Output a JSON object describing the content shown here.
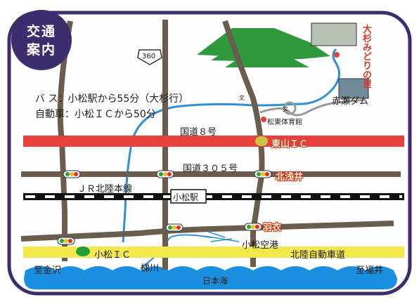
{
  "title": {
    "line1": "交通",
    "line2": "案内"
  },
  "info": {
    "bus": "バ ス：小松駅から55分（大杉行）",
    "car": "自動車：小松ＩＣから50分"
  },
  "roads": {
    "national8": "国道８号",
    "national305": "国道３０５号",
    "jr_line": "ＪＲ北陸本線",
    "expressway": "北陸自動車道",
    "route360": "360"
  },
  "places": {
    "higashiyama_ic": "東山ＩＣ",
    "kitaasai": "北浅井",
    "komatsu_station": "小松駅",
    "hanie": "羽衣",
    "komatsu_airport": "小松空港",
    "komatsu_ic": "小松ＩＣ",
    "kakehashi_river": "梯川",
    "to_kanazawa": "至金沢",
    "to_fukui": "至福井",
    "sea": "日本海",
    "gym": "松東体育館",
    "dam": "赤瀬ダム",
    "destination": "大杉みどりの里",
    "school_symbol": "文"
  },
  "colors": {
    "frame": "#3e2d6e",
    "national8": "#e8413d",
    "expressway": "#f5e84a",
    "road": "#6b5d4e",
    "rail": "#111111",
    "river": "#2e8fd8",
    "sea": "#1a8fe0",
    "mountain": "#2e9a3c",
    "ic_marker": "#1fa03a"
  }
}
